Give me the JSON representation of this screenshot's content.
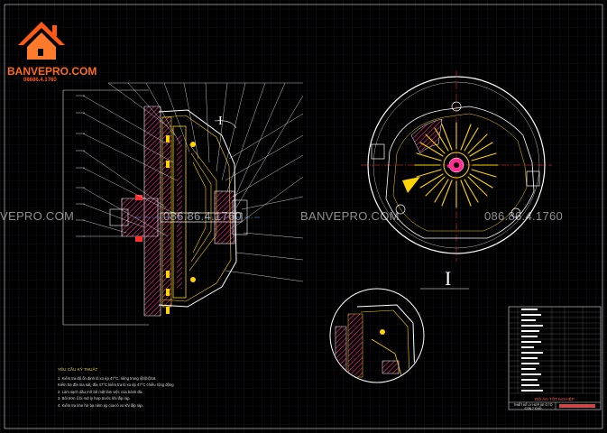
{
  "brand": {
    "name": "BANVEPRO.COM",
    "phone": "08686.4.1760"
  },
  "watermark": {
    "left": "VEPRO.COM",
    "mid_phone": "086.86.4.1760",
    "mid_site": "BANVEPRO.COM",
    "right_phone": "086.86.4.1760"
  },
  "labels": {
    "section_mark": "I",
    "detail_view": "I"
  },
  "notes": {
    "title": "YÊU CẦU KỸ THUẬT",
    "lines": [
      "1. Kiểm tra độ ổn định lò xo ép 47°C, riêng trong @@@16.",
      "   Kiểm tra đĩa ma sát, đĩa 47°C kiểm tra lò xo ép 47°C chiều rộng động",
      "2. Làm sạch dầu mỡ bề mặt làm việc của bánh đà.",
      "3. Bôi trơn ổ bi mở ly hợp trước khi lắp ráp.",
      "4. Kiểm tra khe hở ba nêm ép của lò xo khi lắp ráp."
    ]
  },
  "title_block": {
    "title": "ĐỒ ÁN TỐT NGHIỆP",
    "subtitle": "THIẾT KẾ LY HỢP XE Ô TÔ CON 7 CHỖ"
  },
  "colors": {
    "background": "#000000",
    "outline": "#ffffff",
    "accent": "#ffd400",
    "fill": "#e0007a",
    "brand": "#ff6a1a",
    "grid": "#1c1c2a"
  }
}
